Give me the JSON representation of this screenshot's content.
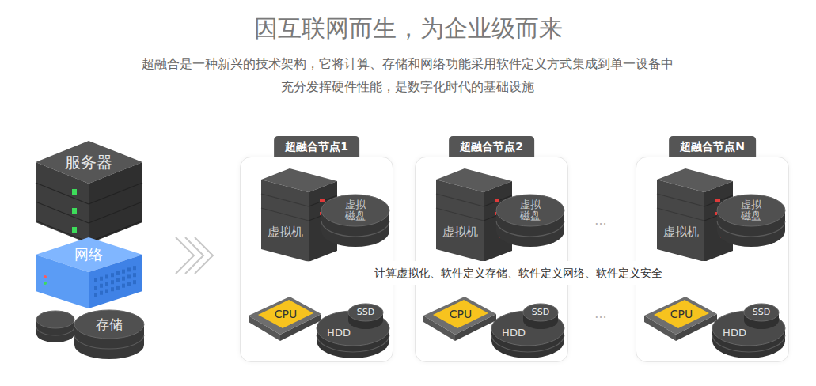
{
  "diagram": {
    "title": "因互联网而生，为企业级而来",
    "nodes": [
      {
        "text": [
          "服务器"
        ]
      },
      {
        "text": [
          "网络"
        ]
      },
      {
        "text": [
          "存储"
        ]
      },
      {
        "text": [
          "超融合节点1"
        ]
      },
      {
        "text": [
          "虚拟机"
        ],
        "in": 3
      },
      {
        "text": [
          "虚拟磁盘"
        ],
        "in": 3
      },
      {
        "text": [
          "CPU"
        ],
        "in": 3
      },
      {
        "text": [
          "SSD"
        ],
        "in": 3
      },
      {
        "text": [
          "HDD"
        ],
        "in": 3
      },
      {
        "text": [
          "超融合节点2"
        ]
      },
      {
        "text": [
          "虚拟机"
        ],
        "in": 9
      },
      {
        "text": [
          "虚拟磁盘"
        ],
        "in": 9
      },
      {
        "text": [
          "CPU"
        ],
        "in": 9
      },
      {
        "text": [
          "SSD"
        ],
        "in": 9
      },
      {
        "text": [
          "HDD"
        ],
        "in": 9
      },
      {
        "text": [
          "超融合节点N"
        ]
      },
      {
        "text": [
          "虚拟机"
        ],
        "in": 15
      },
      {
        "text": [
          "虚拟磁盘"
        ],
        "in": 15
      },
      {
        "text": [
          "CPU"
        ],
        "in": 15
      },
      {
        "text": [
          "SSD"
        ],
        "in": 15
      },
      {
        "text": [
          "HDD"
        ],
        "in": 15
      },
      {
        "text": [
          "计算虚拟化、软件定义存储、软件定义网络、软件定义安全"
        ]
      }
    ],
    "labels": [
      "超融合是一种新兴的技术架构，它将计算、存储和网络功能采用软件定义方式集成到单一设备中",
      "充分发挥硬件性能，是数字化时代的基础设施",
      "···",
      "···"
    ]
  }
}
